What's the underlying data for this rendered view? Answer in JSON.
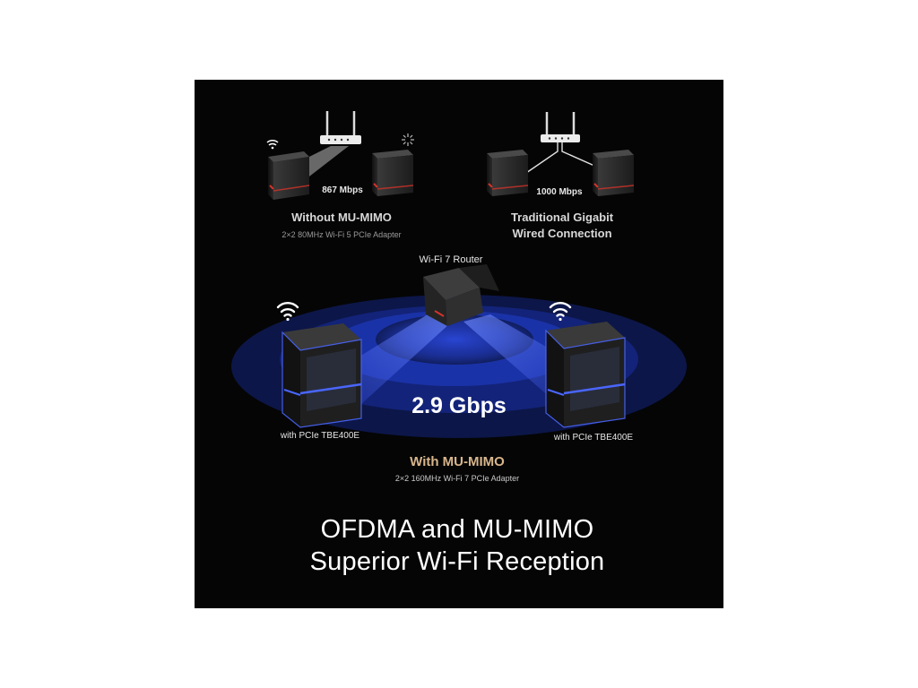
{
  "colors": {
    "accent_gold": "#d8b68c",
    "beam_blue": "#3b5bff",
    "tower_accent_red": "#d2332a",
    "background": "#050505"
  },
  "top_left": {
    "speed": "867 Mbps",
    "title": "Without MU-MIMO",
    "subtitle": "2×2 80MHz Wi-Fi 5 PCIe Adapter"
  },
  "top_right": {
    "speed": "1000 Mbps",
    "title_line1": "Traditional Gigabit",
    "title_line2": "Wired Connection"
  },
  "router_label": "Wi-Fi 7 Router",
  "speed_main": "2.9 Gbps",
  "left_pc_label": "with PCIe TBE400E",
  "right_pc_label": "with PCIe TBE400E",
  "mu_mimo": {
    "title": "With MU-MIMO",
    "subtitle": "2×2 160MHz Wi-Fi 7 PCIe Adapter"
  },
  "headline": {
    "line1": "OFDMA and MU-MIMO",
    "line2": "Superior Wi-Fi Reception"
  },
  "icons": [
    "wifi-icon",
    "loading-spinner-icon",
    "router-icon",
    "pc-tower-icon",
    "ethernet-cable-icon"
  ]
}
